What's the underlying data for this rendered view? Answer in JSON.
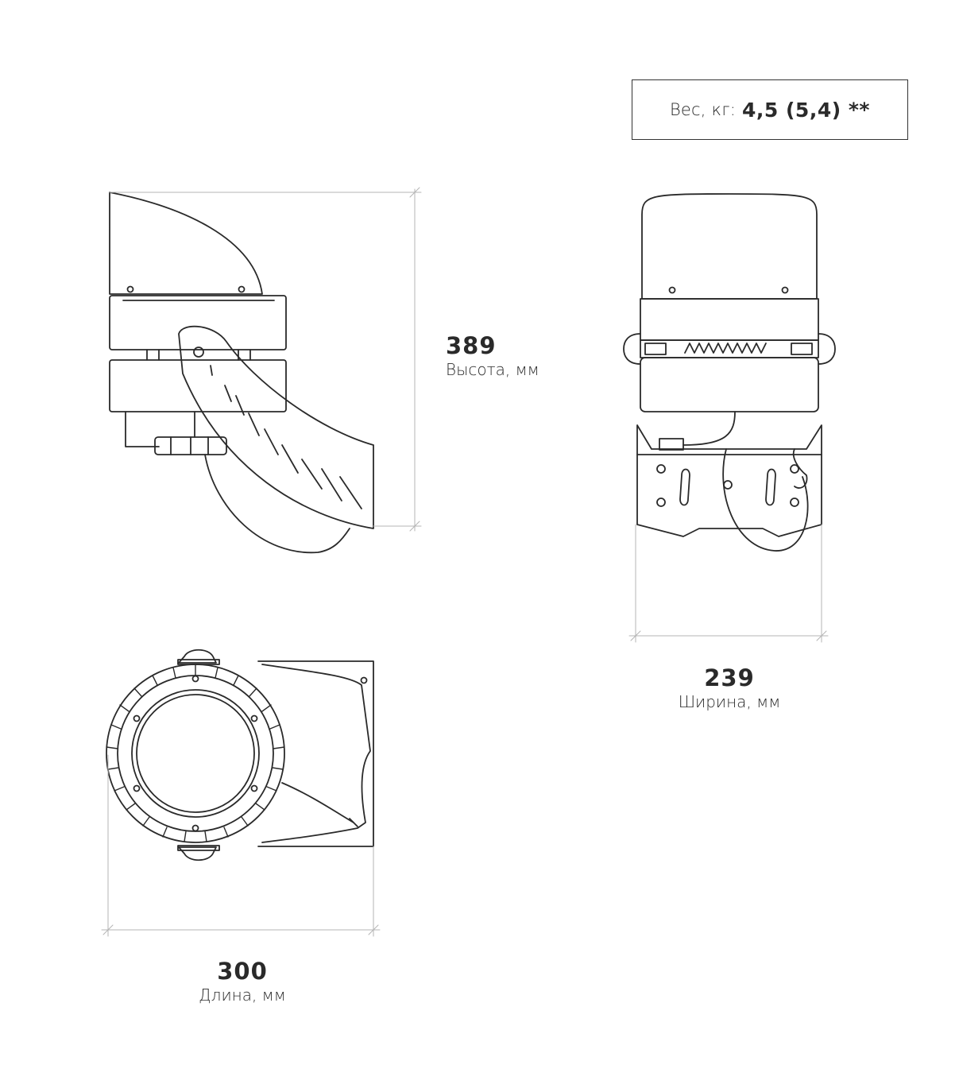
{
  "weight": {
    "label": "Вес, кг:",
    "value": "4,5 (5,4) **"
  },
  "dimensions": {
    "height": {
      "value": "389",
      "caption": "Высота, мм"
    },
    "width": {
      "value": "239",
      "caption": "Ширина, мм"
    },
    "length": {
      "value": "300",
      "caption": "Длина, мм"
    }
  },
  "views": {
    "side": {
      "icon": "floodlight-side-view-icon"
    },
    "front": {
      "icon": "floodlight-front-view-icon"
    },
    "top": {
      "icon": "floodlight-top-view-icon"
    }
  },
  "colors": {
    "line": "#2a2a2a",
    "dimension_line": "#b5b5b5"
  }
}
